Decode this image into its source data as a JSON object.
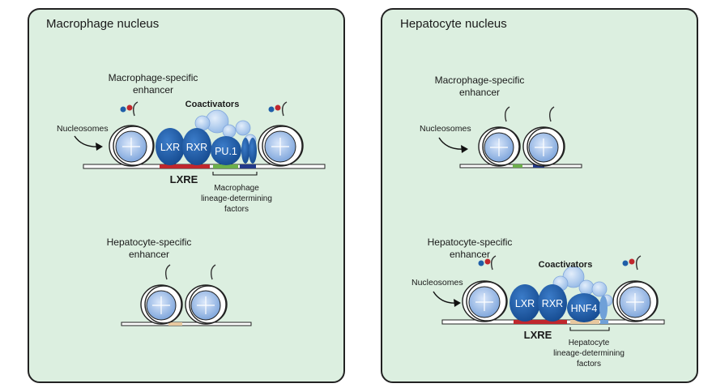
{
  "panels": [
    {
      "title": "Macrophage nucleus",
      "top_enhancer_line1": "Macrophage-specific",
      "top_enhancer_line2": "enhancer",
      "nucleosomes_label": "Nucleosomes",
      "coactivators_label": "Coactivators",
      "tf1": "LXR",
      "tf2": "RXR",
      "tf3": "PU.1",
      "lxre_label": "LXRE",
      "ldf_line1": "Macrophage",
      "ldf_line2": "lineage-determining",
      "ldf_line3": "factors",
      "bottom_enhancer_line1": "Hepatocyte-specific",
      "bottom_enhancer_line2": "enhancer"
    },
    {
      "title": "Hepatocyte nucleus",
      "top_enhancer_line1": "Macrophage-specific",
      "top_enhancer_line2": "enhancer",
      "nucleosomes_label_top": "Nucleosomes",
      "bottom_enhancer_line1": "Hepatocyte-specific",
      "bottom_enhancer_line2": "enhancer",
      "nucleosomes_label": "Nucleosomes",
      "coactivators_label": "Coactivators",
      "tf1": "LXR",
      "tf2": "RXR",
      "tf3": "HNF4",
      "lxre_label": "LXRE",
      "ldf_line1": "Hepatocyte",
      "ldf_line2": "lineage-determining",
      "ldf_line3": "factors"
    }
  ],
  "colors": {
    "panel_fill": "#dcefe0",
    "tf_blue": "#1f5ea8",
    "coactivator_blue": "#a9c8ec",
    "lxre_red": "#c0272d",
    "green_site": "#6cb04a",
    "navy_site": "#233a8a",
    "hnf4_site": "#e8c9a0"
  }
}
